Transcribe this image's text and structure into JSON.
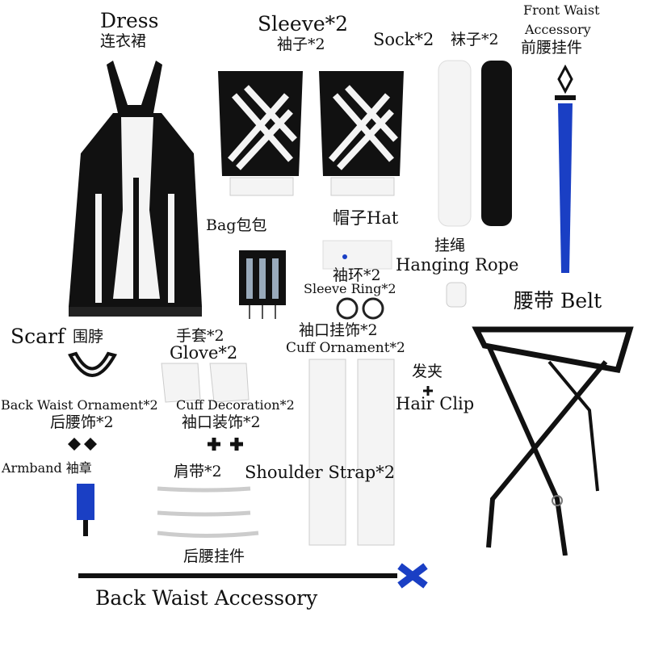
{
  "labels": {
    "dress_en": "Dress",
    "dress_zh": "连衣裙",
    "sleeve_en": "Sleeve*2",
    "sleeve_zh": "袖子*2",
    "sock_en": "Sock*2",
    "sock_zh": "袜子*2",
    "front_waist_en_1": "Front Waist",
    "front_waist_en_2": "Accessory",
    "front_waist_zh": "前腰挂件",
    "bag": "Bag包包",
    "hat": "帽子Hat",
    "rope_zh": "挂绳",
    "rope_en": "Hanging Rope",
    "sleeve_ring_zh": "袖环*2",
    "sleeve_ring_en": "Sleeve Ring*2",
    "belt": "腰带 Belt",
    "scarf_en": "Scarf",
    "scarf_zh": "围脖",
    "glove_zh": "手套*2",
    "glove_en": "Glove*2",
    "cuff_ornament_zh": "袖口挂饰*2",
    "cuff_ornament_en": "Cuff Ornament*2",
    "hair_clip_zh": "发夹",
    "hair_clip_en": "Hair Clip",
    "back_waist_orn_en": "Back Waist Ornament*2",
    "back_waist_orn_zh": "后腰饰*2",
    "cuff_deco_en": "Cuff Decoration*2",
    "cuff_deco_zh": "袖口装饰*2",
    "armband": "Armband 袖章",
    "shoulder_zh": "肩带*2",
    "shoulder_en": "Shoulder Strap*2",
    "back_waist_acc_zh": "后腰挂件",
    "back_waist_acc_en": "Back Waist Accessory"
  },
  "colors": {
    "black": "#111111",
    "white": "#f4f4f4",
    "blue": "#1a3fc4",
    "line": "#d9d9d9"
  }
}
